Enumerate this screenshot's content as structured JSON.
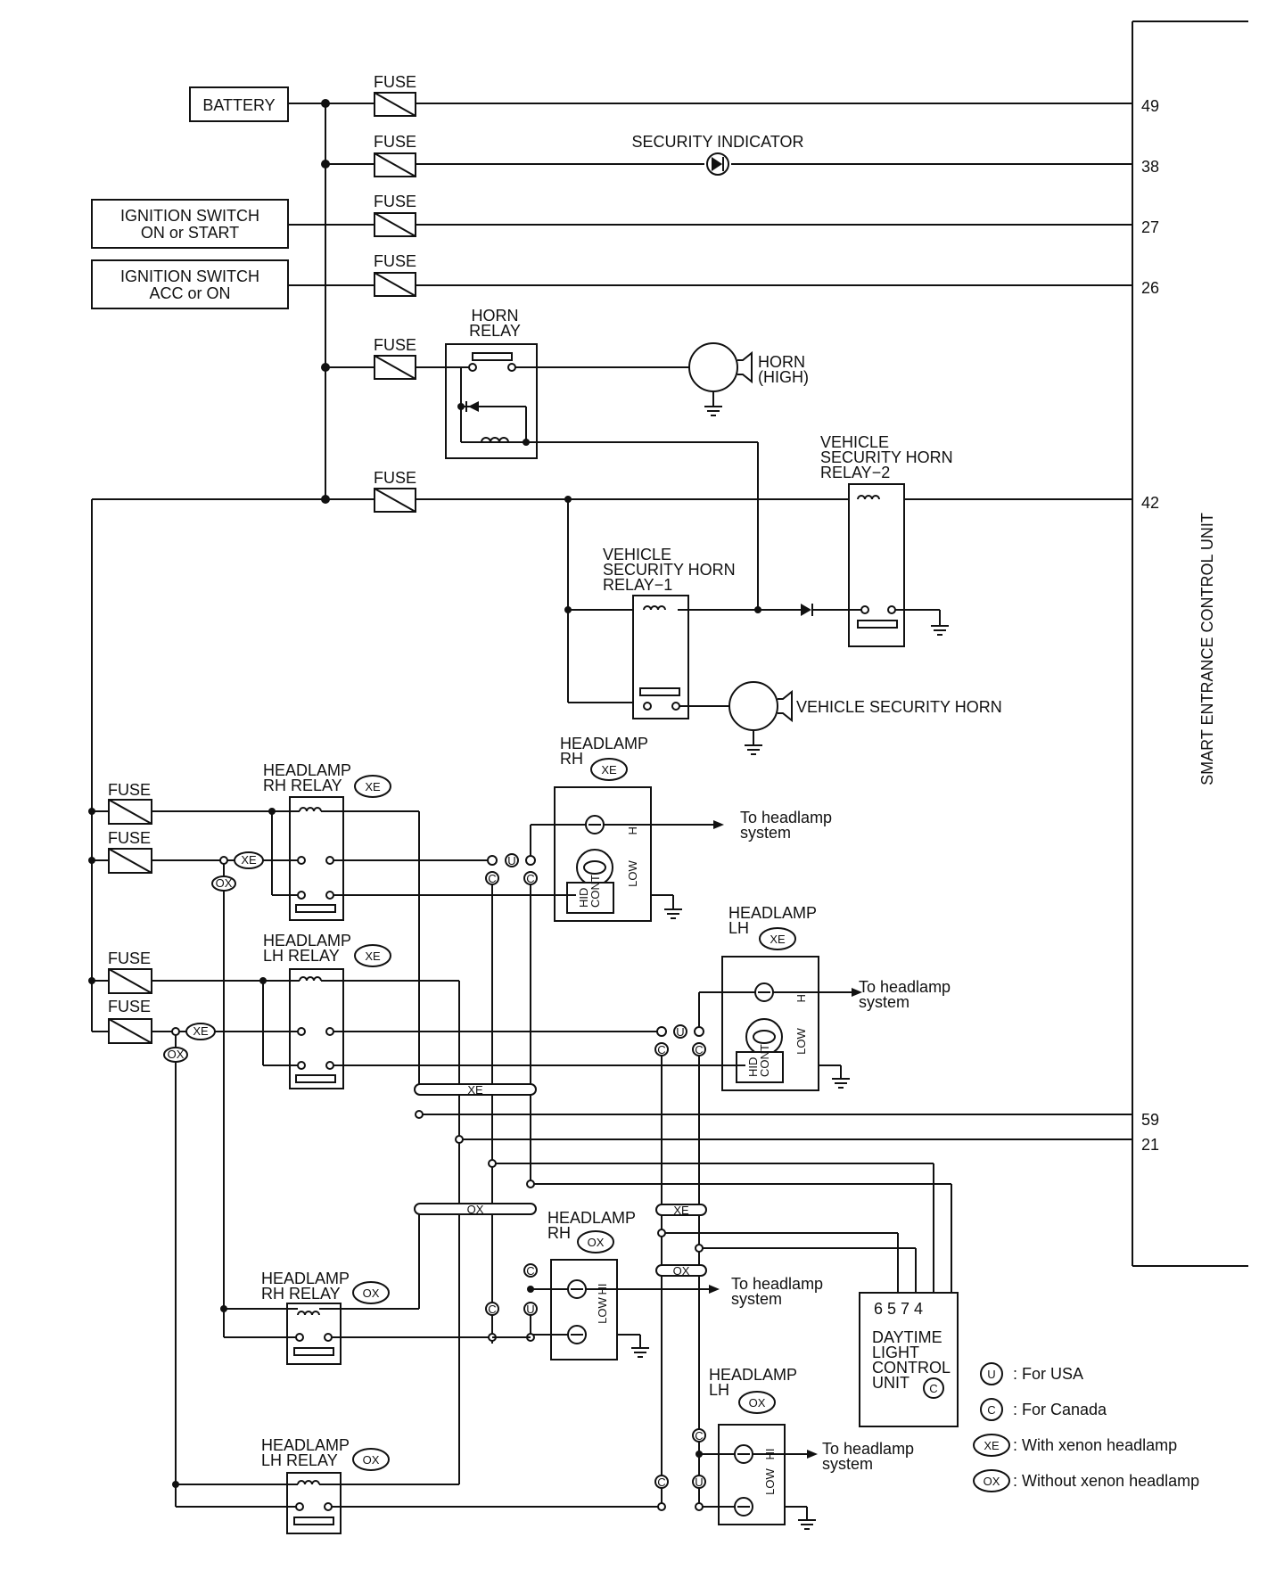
{
  "diagram": {
    "sources": {
      "battery": "BATTERY",
      "ign_on": [
        "IGNITION SWITCH",
        "ON or START"
      ],
      "ign_acc": [
        "IGNITION SWITCH",
        "ACC or ON"
      ],
      "fuse": "FUSE"
    },
    "control_unit": "SMART ENTRANCE CONTROL UNIT",
    "pins": {
      "p49": "49",
      "p38": "38",
      "p27": "27",
      "p26": "26",
      "p42": "42",
      "p59": "59",
      "p21": "21"
    },
    "security_indicator": "SECURITY INDICATOR",
    "horn_relay": [
      "HORN",
      "RELAY"
    ],
    "horn": [
      "HORN",
      "(HIGH)"
    ],
    "vsh_relay_2": [
      "VEHICLE",
      "SECURITY HORN",
      "RELAY−2"
    ],
    "vsh_relay_1": [
      "VEHICLE",
      "SECURITY HORN",
      "RELAY−1"
    ],
    "vehicle_security_horn": "VEHICLE SECURITY HORN",
    "headlamp_rh_relay": [
      "HEADLAMP",
      "RH RELAY"
    ],
    "headlamp_lh_relay": [
      "HEADLAMP",
      "LH RELAY"
    ],
    "headlamp_rh": [
      "HEADLAMP",
      "RH"
    ],
    "headlamp_lh": [
      "HEADLAMP",
      "LH"
    ],
    "to_headlamp": [
      "To headlamp",
      "system"
    ],
    "hi": "HI",
    "low": "LOW",
    "hid_cont": [
      "HID",
      "CONT"
    ],
    "dlcu": [
      "DAYTIME",
      "LIGHT",
      "CONTROL",
      "UNIT"
    ],
    "dlcu_pins": "6 5 7 4",
    "tags": {
      "xe": "XE",
      "ox": "OX",
      "u": "U",
      "c": "C"
    },
    "legend": [
      {
        "symbol": "U",
        "text": ": For USA"
      },
      {
        "symbol": "C",
        "text": ": For Canada"
      },
      {
        "symbol": "XE",
        "text": ": With xenon headlamp"
      },
      {
        "symbol": "OX",
        "text": ": Without xenon headlamp"
      }
    ]
  }
}
